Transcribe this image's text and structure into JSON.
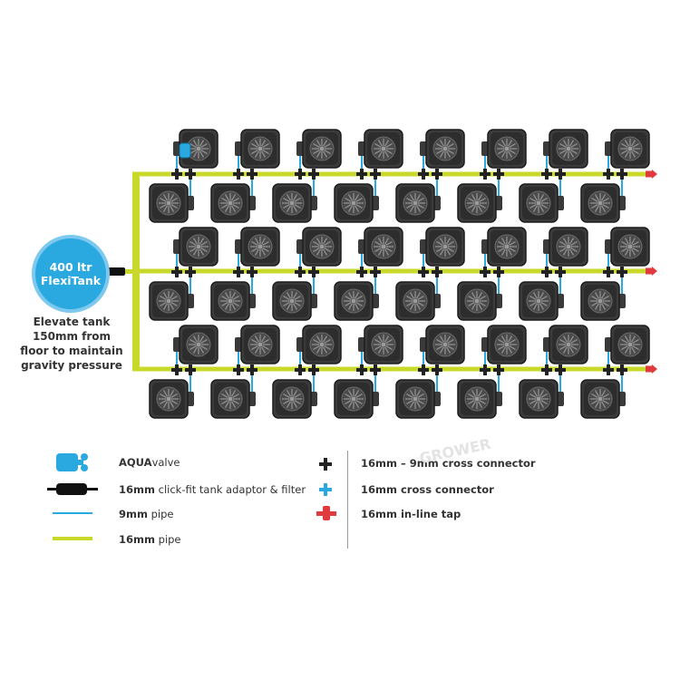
{
  "tank": {
    "line1": "400 ltr",
    "line2": "FlexiTank",
    "note_lines": [
      "Elevate tank",
      "150mm from",
      "floor to maintain",
      "gravity pressure"
    ]
  },
  "layout": {
    "rows": [
      {
        "kind": "top",
        "count": 8
      },
      {
        "kind": "bottom",
        "count": 8
      },
      {
        "kind": "top",
        "count": 8
      },
      {
        "kind": "bottom",
        "count": 8
      },
      {
        "kind": "top",
        "count": 8
      },
      {
        "kind": "bottom",
        "count": 8
      }
    ]
  },
  "legend": {
    "left": [
      {
        "icon": "aquavalve-icon",
        "bold": "AQUA",
        "thin": "valve"
      },
      {
        "icon": "tank-adaptor-filter-icon",
        "bold": "16mm",
        "thin": " click-fit tank adaptor & filter"
      },
      {
        "icon": "9mm-pipe-icon",
        "bold": "9mm",
        "thin": " pipe"
      },
      {
        "icon": "16mm-pipe-icon",
        "bold": "16mm",
        "thin": " pipe"
      }
    ],
    "right": [
      {
        "icon": "cross-connector-16-9-icon",
        "label": "16mm – 9mm cross connector"
      },
      {
        "icon": "cross-connector-16-icon",
        "label": "16mm cross connector"
      },
      {
        "icon": "inline-tap-icon",
        "label": "16mm in-line tap"
      }
    ]
  },
  "colors": {
    "pipe16": "#c8d92c",
    "pipe9": "#2aa8e0",
    "tank": "#2aa8e0",
    "tap": "#e03a3e",
    "pot": "#2d2d2d",
    "connector_dark": "#222222"
  },
  "watermark": "GROWER"
}
